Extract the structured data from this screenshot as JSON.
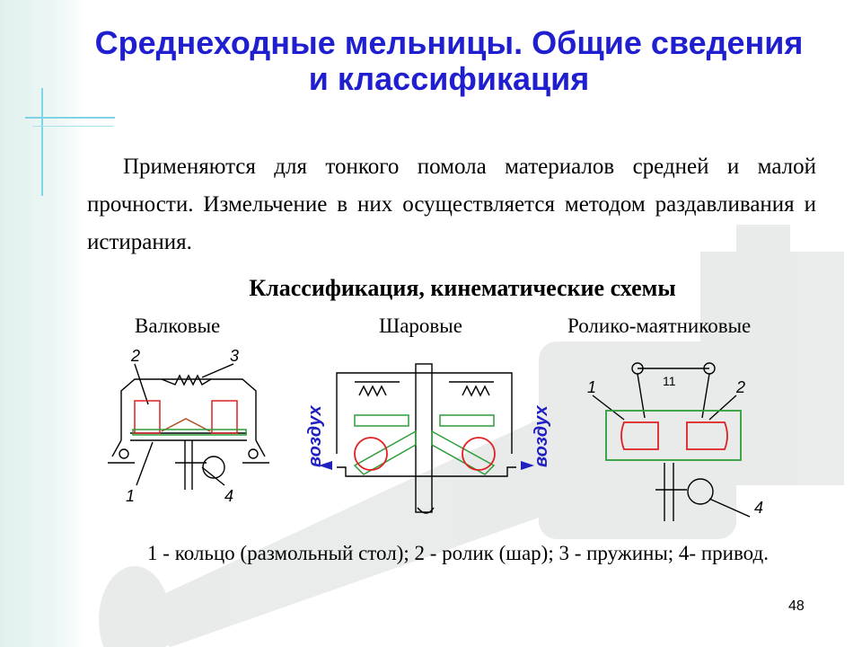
{
  "title": "Среднеходные мельницы. Общие сведения и классификация",
  "paragraph": "Применяются для тонкого помола материалов средней и малой прочности. Измельчение в них осуществляется методом раздавливания и истирания.",
  "subheading": "Классификация, кинематические схемы",
  "types": [
    "Валковые",
    "Шаровые",
    "Ролико-маятниковые"
  ],
  "roller_labels": [
    "2",
    "3",
    "1",
    "4"
  ],
  "ball_air_label": "воздух",
  "pendulum_labels": [
    "1",
    "11",
    "2",
    "4"
  ],
  "caption": "1 - кольцо (размольный стол); 2 - ролик (шар); 3 - пружины; 4- привод.",
  "page_number": "48",
  "colors": {
    "title": "#1f1fd0",
    "red": "#e02020",
    "green": "#2e9e3a",
    "blue": "#2020c0"
  }
}
